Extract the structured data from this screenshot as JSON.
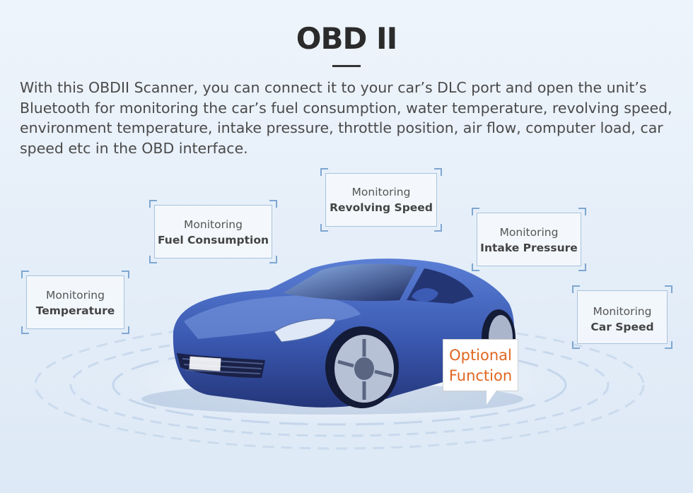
{
  "header": {
    "title": "OBD II"
  },
  "description": "With this OBDII Scanner, you can connect it to your car’s DLC port and open the unit’s Bluetooth for monitoring the car’s fuel consumption, water temperature, revolving speed, environment temperature, intake pressure, throttle position, air flow, computer load, car speed etc in the OBD interface.",
  "labels": {
    "temperature": {
      "line1": "Monitoring",
      "line2": "Temperature"
    },
    "fuel": {
      "line1": "Monitoring",
      "line2": "Fuel Consumption"
    },
    "revolving": {
      "line1": "Monitoring",
      "line2": "Revolving Speed"
    },
    "intake": {
      "line1": "Monitoring",
      "line2": "Intake Pressure"
    },
    "speed": {
      "line1": "Monitoring",
      "line2": "Car Speed"
    }
  },
  "optional": {
    "line1": "Optional",
    "line2": "Function"
  },
  "colors": {
    "car_body": "#3f5fb8",
    "accent_orange": "#e0661f",
    "ring": "#b9cde6"
  },
  "icons": {
    "car": "sports-car-illustration"
  }
}
